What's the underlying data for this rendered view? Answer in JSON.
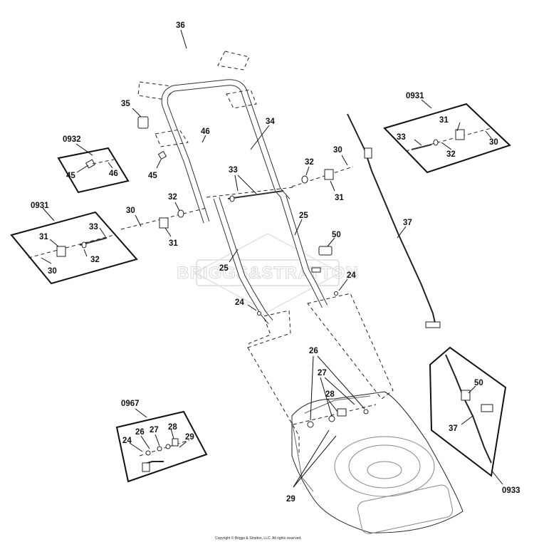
{
  "watermark": "BRIGGS&STRATTON",
  "copyright": "Copyright © Briggs & Stratton, LLC. All rights reserved.",
  "kits": {
    "kit_0932": "0932",
    "kit_0931_right": "0931",
    "kit_0931_left": "0931",
    "kit_0967": "0967",
    "kit_0933": "0933"
  },
  "labels": {
    "p36": "36",
    "p35": "35",
    "p34": "34",
    "p46": "46",
    "p45": "45",
    "p33": "33",
    "p32a": "32",
    "p32b": "32",
    "p30a": "30",
    "p30b": "30",
    "p31a": "31",
    "p31b": "31",
    "p25a": "25",
    "p25b": "25",
    "p50": "50",
    "p24a": "24",
    "p24b": "24",
    "p37": "37",
    "p26": "26",
    "p27": "27",
    "p28": "28",
    "p29": "29",
    "k0932_45": "45",
    "k0932_46": "46",
    "kr_31": "31",
    "kr_33": "33",
    "kr_32": "32",
    "kr_30": "30",
    "kl_31": "31",
    "kl_33": "33",
    "kl_30": "30",
    "kl_32": "32",
    "k67_24": "24",
    "k67_26": "26",
    "k67_27": "27",
    "k67_28": "28",
    "k67_29": "29",
    "k33_50": "50",
    "k33_37": "37"
  }
}
